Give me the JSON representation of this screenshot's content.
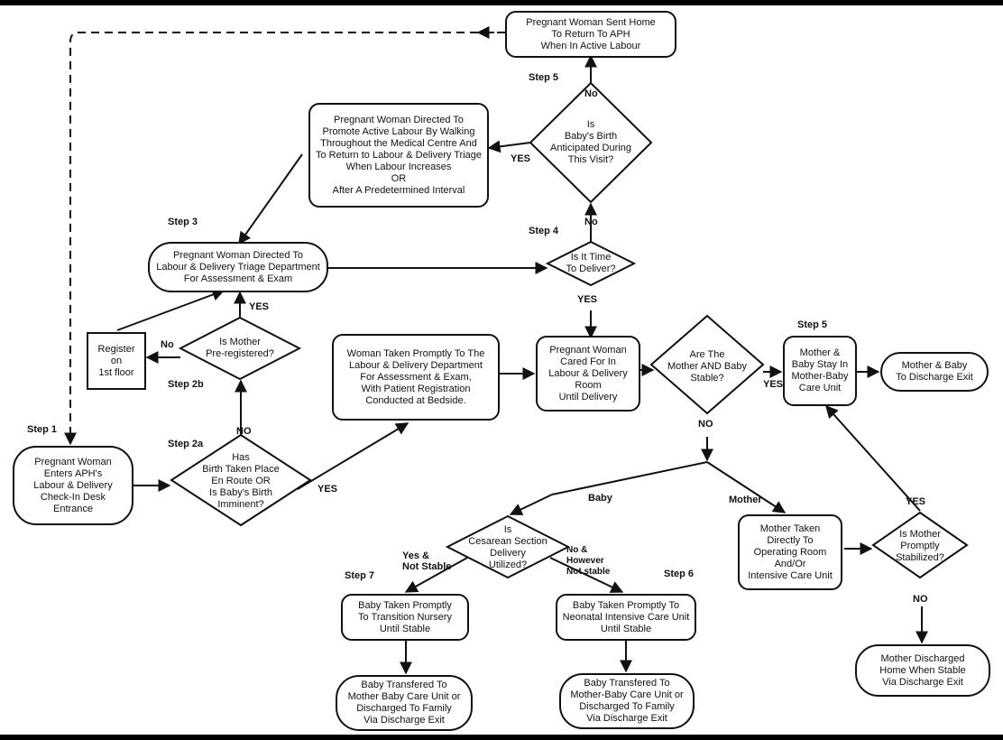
{
  "nodes": {
    "sent_home": "Pregnant Woman Sent Home\nTo Return To APH\nWhen In Active Labour",
    "birth_anticipated": "Is\nBaby's Birth\nAnticipated During\nThis Visit?",
    "walking": "Pregnant Woman Directed To\nPromote Active Labour By Walking\nThroughout the Medical Centre And\nTo Return to Labour & Delivery Triage\nWhen Labour Increases\nOR\nAfter A Predetermined Interval",
    "triage": "Pregnant Woman Directed To\nLabour & Delivery Triage Department\nFor Assessment & Exam",
    "time_to_deliver": "Is It Time\nTo Deliver?",
    "register": "Register\non\n1st floor",
    "preregistered": "Is Mother\nPre-registered?",
    "taken_promptly": "Woman Taken Promptly To The\nLabour & Delivery Department\nFor Assessment & Exam,\nWith Patient Registration\nConducted at Bedside.",
    "cared_for": "Pregnant Woman\nCared For In\nLabour & Delivery\nRoom\nUntil Delivery",
    "stable": "Are The\nMother AND Baby\nStable?",
    "mother_baby_stay": "Mother &\nBaby Stay In\nMother-Baby\nCare Unit",
    "discharge_exit": "Mother & Baby\nTo Discharge Exit",
    "enters": "Pregnant Woman\nEnters APH's\nLabour & Delivery\nCheck-In Desk\nEntrance",
    "birth_taken_place": "Has\nBirth Taken Place\nEn Route OR\nIs Baby's Birth\nImminent?",
    "cesarean": "Is\nCesarean Section\nDelivery\nUtilized?",
    "operating_room": "Mother Taken\nDirectly To\nOperating Room\nAnd/Or\nIntensive Care Unit",
    "promptly_stabilized": "Is Mother\nPromptly\nStabilized?",
    "transition_nursery": "Baby Taken Promptly\nTo Transition Nursery\nUntil Stable",
    "nicu": "Baby Taken Promptly To\nNeonatal Intensive Care Unit\nUntil Stable",
    "mother_discharged": "Mother Discharged\nHome When Stable\nVia Discharge Exit",
    "baby_transfered_left": "Baby Transfered To\nMother Baby Care Unit or\nDischarged To Family\nVia Discharge Exit",
    "baby_transfered_right": "Baby Transfered To\nMother-Baby Care Unit or\nDischarged To Family\nVia Discharge Exit"
  },
  "steps": {
    "step1": "Step 1",
    "step2a": "Step 2a",
    "step2b": "Step 2b",
    "step3": "Step 3",
    "step4": "Step 4",
    "step5_top": "Step 5",
    "step5_right": "Step 5",
    "step6": "Step 6",
    "step7": "Step 7"
  },
  "labels": {
    "no_sent_home": "No",
    "yes_walking": "YES",
    "no_time": "No",
    "yes_time": "YES",
    "yes_prereg": "YES",
    "no_prereg": "No",
    "no_birth": "NO",
    "yes_birth": "YES",
    "yes_stable": "YES",
    "no_stable": "NO",
    "baby": "Baby",
    "mother": "Mother",
    "yes_not_stable": "Yes &\nNot Stable",
    "no_however": "No &\nHowever\nNot stable",
    "yes_stabilized": "YES",
    "no_stabilized": "NO"
  },
  "colors": {
    "ink": "#111111",
    "paper": "#ffffff",
    "frame": "#000000"
  }
}
